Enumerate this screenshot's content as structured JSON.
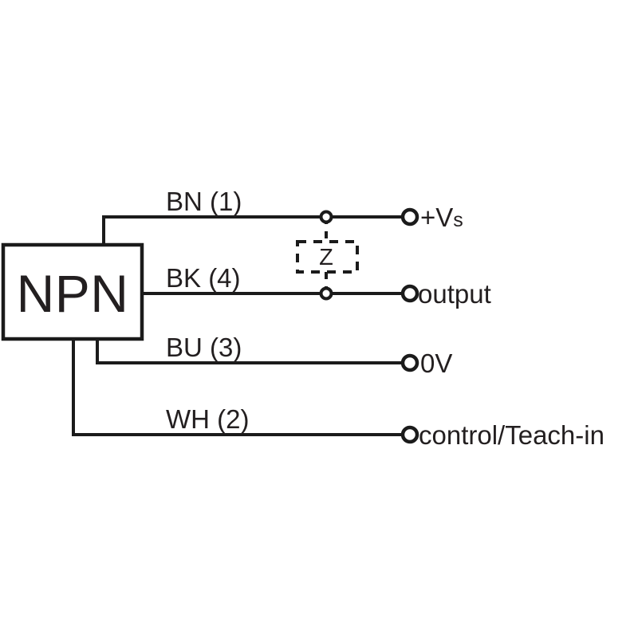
{
  "diagram": {
    "title": "NPN sensor wiring diagram",
    "type": "electrical-wiring-schematic",
    "background_color": "#ffffff",
    "line_color": "#1b1b1b",
    "text_color": "#231f20"
  },
  "device": {
    "label": "NPN",
    "name": "npn-output-stage"
  },
  "wires": [
    {
      "id": "bn",
      "label": "BN (1)",
      "color_code": "BN",
      "pin": "1",
      "terminal": "+Vs"
    },
    {
      "id": "bk",
      "label": "BK (4)",
      "color_code": "BK",
      "pin": "4",
      "terminal": "output"
    },
    {
      "id": "bu",
      "label": "BU (3)",
      "color_code": "BU",
      "pin": "3",
      "terminal": "0V"
    },
    {
      "id": "wh",
      "label": "WH (2)",
      "color_code": "WH",
      "pin": "2",
      "terminal": "control/Teach-in"
    }
  ],
  "terminals": [
    {
      "id": "vs",
      "label_main": "+V",
      "label_sub": "s",
      "full": "+Vs"
    },
    {
      "id": "output",
      "label_main": "output",
      "label_sub": "",
      "full": "output"
    },
    {
      "id": "zero_volt",
      "label_main": "0V",
      "label_sub": "",
      "full": "0V"
    },
    {
      "id": "control",
      "label_main": "control/Teach-in",
      "label_sub": "",
      "full": "control/Teach-in"
    }
  ],
  "protection": {
    "label": "Z",
    "name": "zener-protection-element",
    "style": "dashed-optional"
  }
}
